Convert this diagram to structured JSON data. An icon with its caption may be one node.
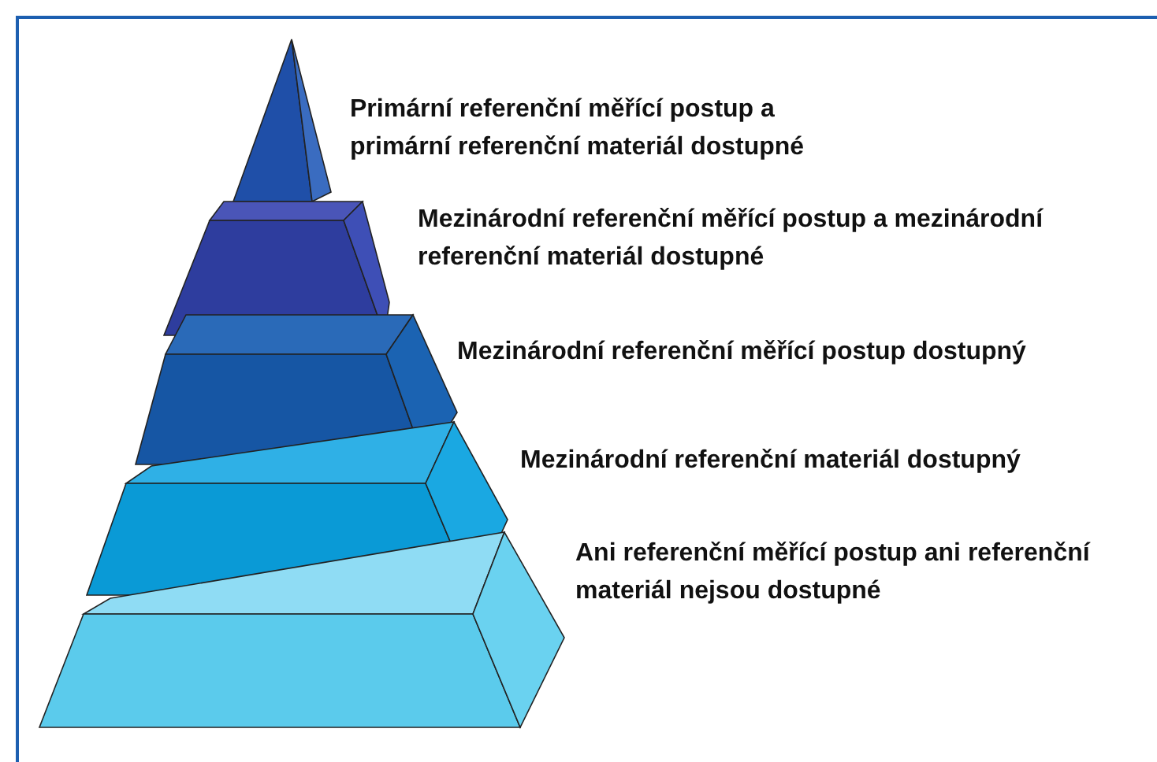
{
  "diagram": {
    "nodes": [
      {
        "text": [
          "Primární referenční měřící postup a primární referenční materiál dostupné"
        ]
      },
      {
        "text": [
          "Mezinárodní referenční měřící postup a mezinárodní referenční materiál dostupné"
        ]
      },
      {
        "text": [
          "Mezinárodní referenční měřící postup dostupný"
        ]
      },
      {
        "text": [
          "Mezinárodní referenční materiál dostupný"
        ]
      },
      {
        "text": [
          "Ani referenční měřící postup ani referenční materiál nejsou dostupné"
        ]
      }
    ]
  }
}
